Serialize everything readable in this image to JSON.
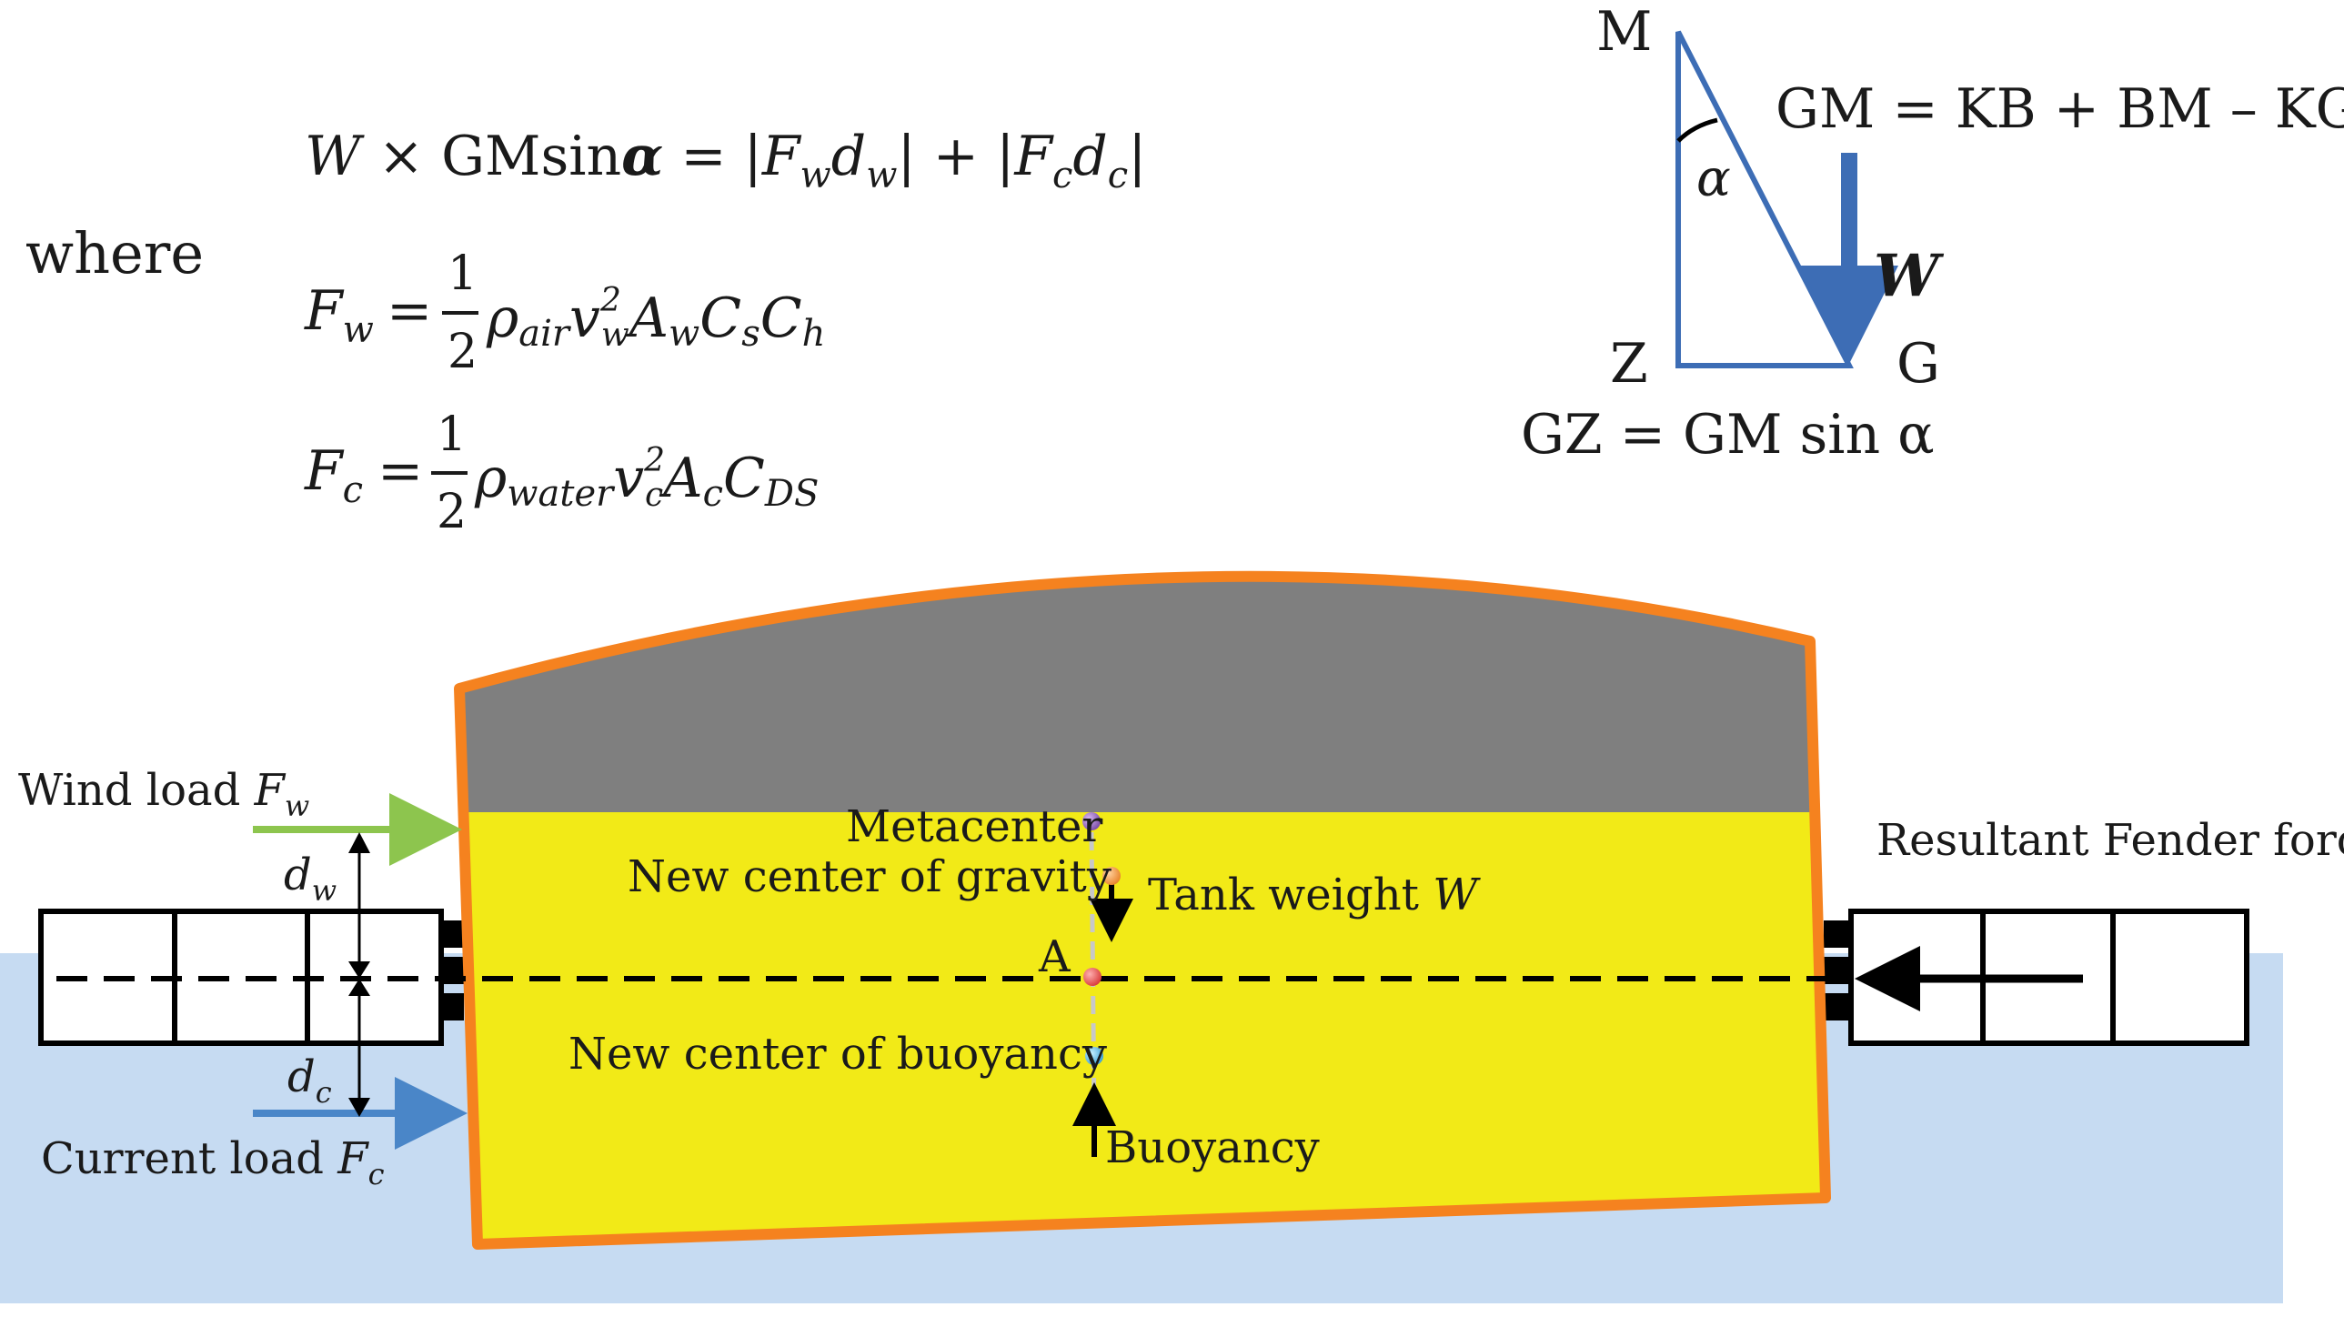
{
  "equations": {
    "main": {
      "w": "W",
      "times": " × ",
      "gmsin": "GMsin",
      "alpha": "α",
      "eq": " = |",
      "fw": "F",
      "fw_sub": "w",
      "dw": "d",
      "dw_sub": "w",
      "mid": "| + |",
      "fc": "F",
      "fc_sub": "c",
      "dc": "d",
      "dc_sub": "c",
      "end": "|"
    },
    "where": "where",
    "fw_eq": {
      "lhs": "F",
      "lhs_sub": "w",
      "eq": "=",
      "num": "1",
      "den": "2",
      "rho": "ρ",
      "rho_sub": "air",
      "v": "v",
      "v_sup": "2",
      "v_sub": "w",
      "a": "A",
      "a_sub": "w",
      "c1": "C",
      "c1_sub": "s",
      "c2": "C",
      "c2_sub": "h"
    },
    "fc_eq": {
      "lhs": "F",
      "lhs_sub": "c",
      "eq": "=",
      "num": "1",
      "den": "2",
      "rho": "ρ",
      "rho_sub": "water",
      "v": "v",
      "v_sup": "2",
      "v_sub": "c",
      "a": "A",
      "a_sub": "c",
      "c1": "C",
      "c1_sub": "DS"
    }
  },
  "triangle": {
    "m": "M",
    "z": "Z",
    "g": "G",
    "alpha": "α",
    "w": "W",
    "gm_eq": "GM = KB + BM – KG",
    "gz_eq": "GZ = GM sin α"
  },
  "labels": {
    "wind": "Wind load ",
    "wind_f": "F",
    "wind_sub": "w",
    "current": "Current load ",
    "current_f": "F",
    "current_sub": "c",
    "dw": "d",
    "dw_sub": "w",
    "dc": "d",
    "dc_sub": "c",
    "metacenter": "Metacenter",
    "new_gravity": "New center of gravity",
    "tank_weight": "Tank weight ",
    "tank_weight_w": "W",
    "a": "A",
    "new_buoyancy": "New center of buoyancy",
    "buoyancy": "Buoyancy",
    "fender": "Resultant Fender force"
  },
  "colors": {
    "water": "#c6dbf2",
    "tank_fill": "#f2ea17",
    "roof_fill": "#7f7f7f",
    "tank_outline": "#f5821f",
    "triangle": "#3d6db5",
    "wind_arrow": "#8dc54e",
    "current_arrow": "#4a86c8",
    "metacenter_dot": "#7a4aa8",
    "gravity_dot": "#e8832a",
    "a_dot": "#d83a3a",
    "buoyancy_dot": "#3aa0d8"
  }
}
